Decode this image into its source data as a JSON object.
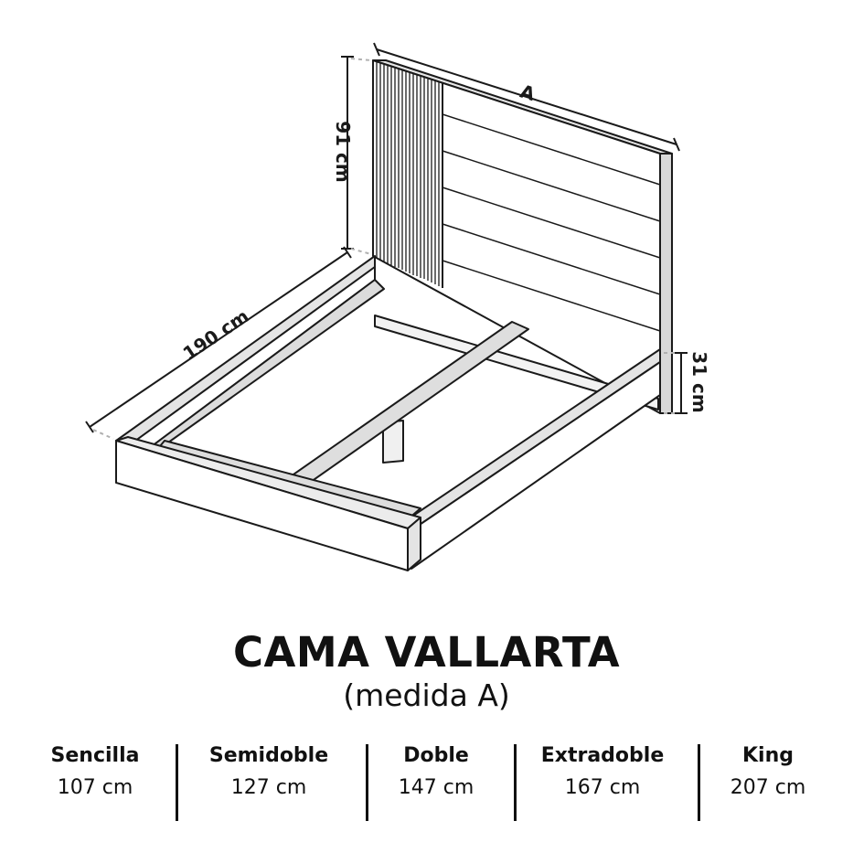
{
  "diagram": {
    "dimensions": {
      "width": "A",
      "height": "91 cm",
      "length": "190 cm",
      "base_height": "31 cm"
    },
    "colors": {
      "line": "#1a1a1a",
      "face_light": "#ffffff",
      "face_mid": "#eeeeee",
      "face_dark": "#dddddd",
      "dash": "#b0b0b0"
    }
  },
  "product": {
    "title": "CAMA VALLARTA",
    "subtitle": "(medida A)"
  },
  "sizes": [
    {
      "name": "Sencilla",
      "value": "107 cm"
    },
    {
      "name": "Semidoble",
      "value": "127 cm"
    },
    {
      "name": "Doble",
      "value": "147 cm"
    },
    {
      "name": "Extradoble",
      "value": "167 cm"
    },
    {
      "name": "King",
      "value": "207 cm"
    }
  ]
}
